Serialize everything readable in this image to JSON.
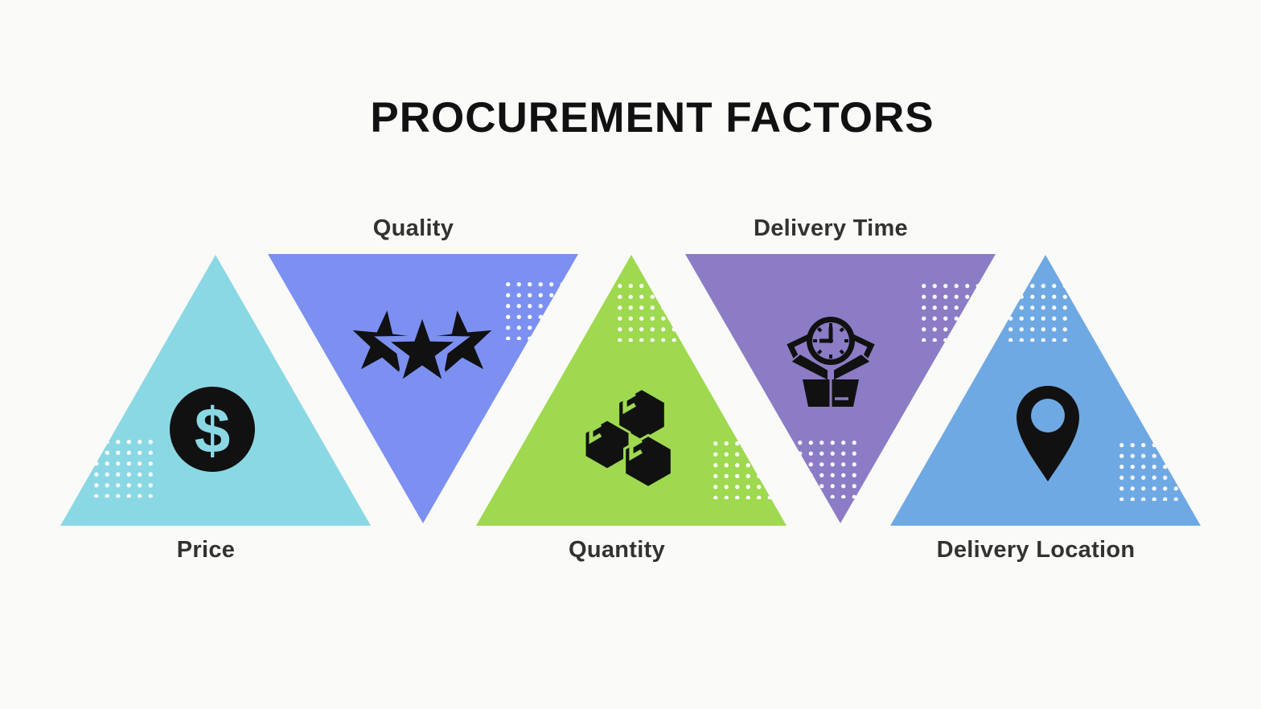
{
  "title": "PROCUREMENT FACTORS",
  "colors": {
    "background": "#FAFAF8",
    "title_text": "#111111",
    "label_text": "#33322E",
    "icon_black": "#111111",
    "dots": "#FFFFFF"
  },
  "factors": [
    {
      "label": "Price",
      "color": "#8BD8E5",
      "direction": "up",
      "icon": "dollar-coin-icon",
      "icon_symbol": "$"
    },
    {
      "label": "Quality",
      "color": "#7C90F2",
      "direction": "down",
      "icon": "three-stars-icon"
    },
    {
      "label": "Quantity",
      "color": "#9ED94F",
      "direction": "up",
      "icon": "stacked-boxes-icon"
    },
    {
      "label": "Delivery Time",
      "color": "#8C7CC6",
      "direction": "down",
      "icon": "open-box-clock-icon"
    },
    {
      "label": "Delivery Location",
      "color": "#6FA9E3",
      "direction": "up",
      "icon": "location-pin-icon"
    }
  ]
}
